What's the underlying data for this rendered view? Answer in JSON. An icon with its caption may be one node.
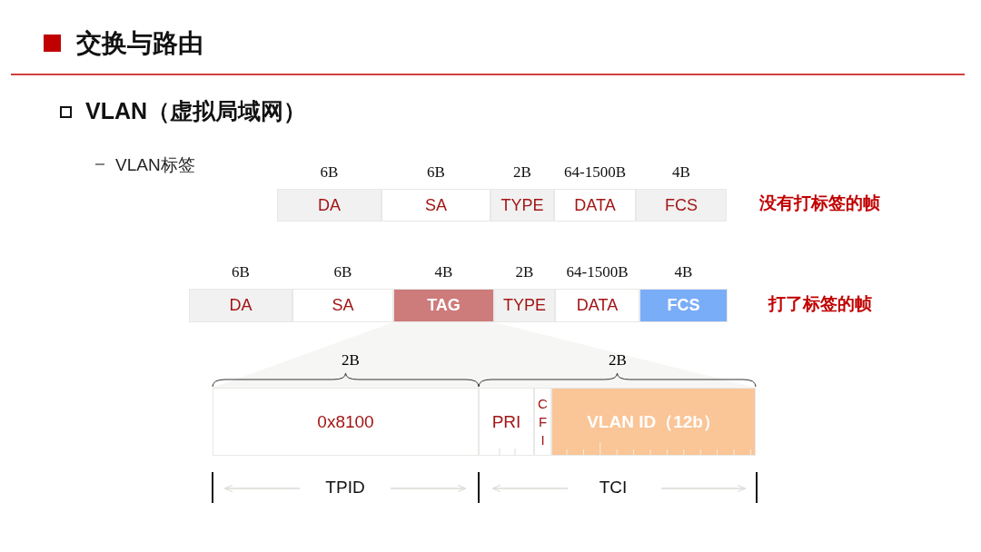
{
  "diagram": {
    "title": "交换与路由",
    "nodes": [
      {
        "text": [
          "DA"
        ],
        "beside": [
          "6B"
        ]
      },
      {
        "text": [
          "SA"
        ],
        "beside": [
          "6B"
        ]
      },
      {
        "text": [
          "TYPE"
        ],
        "beside": [
          "2B"
        ]
      },
      {
        "text": [
          "DATA"
        ],
        "beside": [
          "64-1500B"
        ]
      },
      {
        "text": [
          "FCS"
        ],
        "beside": [
          "4B"
        ]
      },
      {
        "text": [
          "DA"
        ],
        "beside": [
          "6B"
        ]
      },
      {
        "text": [
          "SA"
        ],
        "beside": [
          "6B"
        ]
      },
      {
        "text": [
          "TAG"
        ],
        "beside": [
          "4B"
        ]
      },
      {
        "text": [
          "TYPE"
        ],
        "beside": [
          "2B"
        ]
      },
      {
        "text": [
          "DATA"
        ],
        "beside": [
          "64-1500B"
        ]
      },
      {
        "text": [
          "FCS"
        ],
        "beside": [
          "4B"
        ]
      },
      {
        "text": [
          "0x8100"
        ]
      },
      {
        "text": [
          "PRI"
        ]
      },
      {
        "text": [
          "CFI"
        ]
      },
      {
        "text": [
          "VLAN ID（12b）"
        ]
      }
    ],
    "labels": [
      "VLAN（虚拟局域网）",
      "VLAN标签",
      "没有打标签的帧",
      "打了标签的帧",
      "2B",
      "2B",
      "TPID",
      "TCI"
    ]
  }
}
